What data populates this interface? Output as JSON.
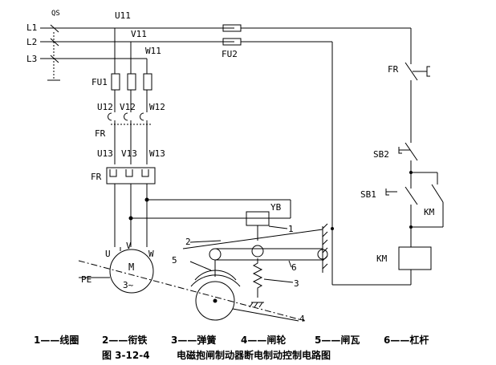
{
  "labels": {
    "L1": "L1",
    "L2": "L2",
    "L3": "L3",
    "QS": "QS",
    "U11": "U11",
    "V11": "V11",
    "W11": "W11",
    "FU1": "FU1",
    "FU2": "FU2",
    "U12": "U12",
    "V12": "V12",
    "W12": "W12",
    "U13": "U13",
    "V13": "V13",
    "W13": "W13",
    "FR_left": "FR",
    "FR_box": "FR",
    "FR_right": "FR",
    "SB2": "SB2",
    "SB1": "SB1",
    "KM_aux": "KM",
    "KM_coil": "KM",
    "YB": "YB",
    "U": "U",
    "V": "V",
    "W": "W",
    "M": "M",
    "motor_phase": "3~",
    "PE": "PE",
    "n1": "1",
    "n2": "2",
    "n3": "3",
    "n4": "4",
    "n5": "5",
    "n6": "6"
  },
  "legend": {
    "item1": "1——线圈",
    "item2": "2——衔铁",
    "item3": "3——弹簧",
    "item4": "4——闸轮",
    "item5": "5——闸瓦",
    "item6": "6——杠杆"
  },
  "figure": {
    "number": "图 3-12-4",
    "title": "电磁抱闸制动器断电制动控制电路图"
  }
}
